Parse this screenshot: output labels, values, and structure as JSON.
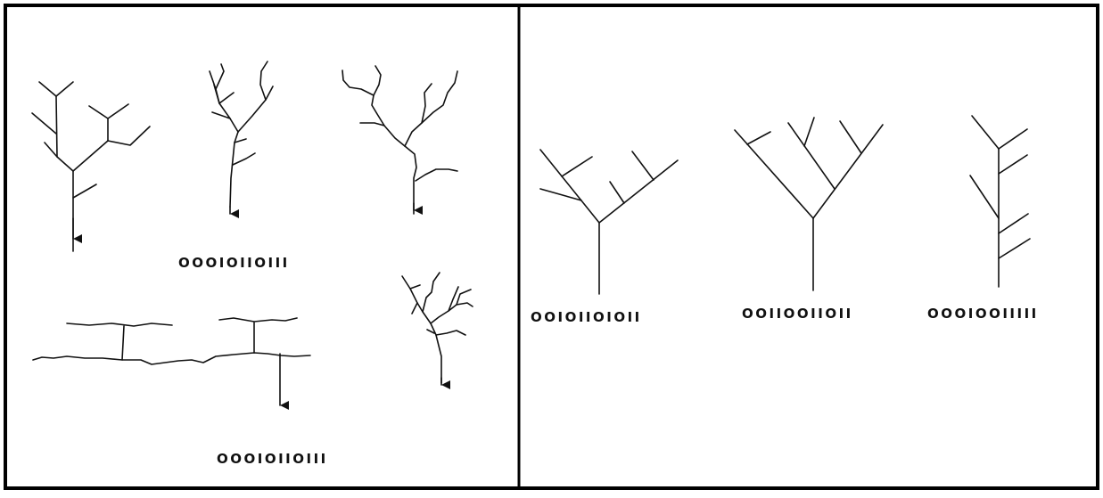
{
  "diagram": {
    "panels": [
      {
        "id": "natural-drainage",
        "codes": [
          "OOOIOIIOIII",
          "OOOIOIIOIII"
        ]
      },
      {
        "id": "idealized-trees",
        "codes": [
          "OOIOIIOIOII",
          "OOIIOOIIOII",
          "OOOIOOIIIII"
        ]
      }
    ]
  },
  "colors": {
    "line": "#111111",
    "border": "#000000",
    "background": "#ffffff"
  }
}
